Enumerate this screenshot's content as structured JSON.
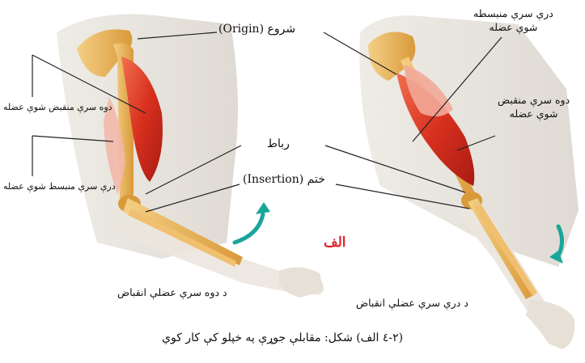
{
  "labels": {
    "origin": "شروع (Origin)",
    "insertion": "ختم (Insertion)",
    "ligament": "رباط",
    "biceps_left": "دوه سرې منقبض شوې عضله",
    "triceps_left": "درې سرې منبسط شوې عضله",
    "triceps_right_1": "درې سرې منبسطه",
    "triceps_right_2": "شوې عضله",
    "biceps_right_1": "دوه سرې منقبض",
    "biceps_right_2": "شوې عضله",
    "panel_marker": "الف",
    "caption_left": "د دوه سرې عضلې انقباض",
    "caption_right": "د درې سرې عضلې انقباض",
    "figure_caption": "(۲-٤ الف) شکل: مقابلې جوړې په خپلو کې کار کوي"
  },
  "colors": {
    "muscle": "#dc3a2a",
    "bone": "#e9b15a",
    "arrow": "#1aa59a",
    "marker": "#e0262a"
  }
}
